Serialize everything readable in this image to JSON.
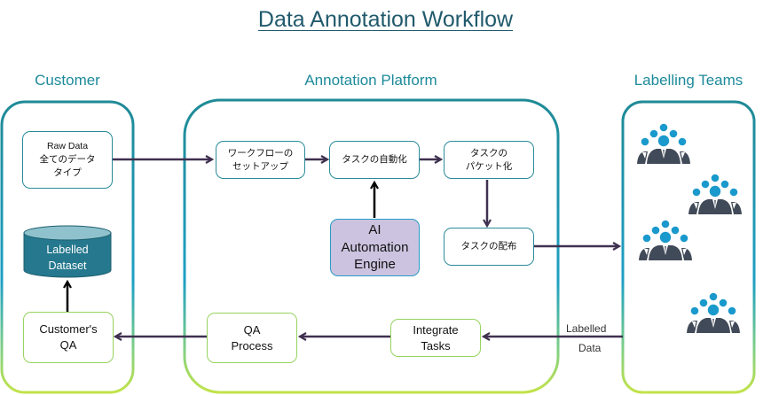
{
  "title": "Data Annotation Workflow",
  "columns": {
    "customer": "Customer",
    "platform": "Annotation Platform",
    "teams": "Labelling Teams"
  },
  "customer": {
    "raw_data": [
      "Raw Data",
      "全てのデータ",
      "タイプ"
    ],
    "dataset": [
      "Labelled",
      "Dataset"
    ],
    "customer_qa": [
      "Customer's",
      "QA"
    ]
  },
  "platform": {
    "workflow_setup": [
      "ワークフローの",
      "セットアップ"
    ],
    "task_automation": "タスクの自動化",
    "task_packeting": [
      "タスクの",
      "パケット化"
    ],
    "task_distribution": "タスクの配布",
    "ai_engine": [
      "AI",
      "Automation",
      "Engine"
    ],
    "integrate_tasks": [
      "Integrate",
      "Tasks"
    ],
    "qa_process": [
      "QA",
      "Process"
    ]
  },
  "flow_label": [
    "Labelled",
    "Data"
  ],
  "teams": {
    "count": 4,
    "icon": "people-group-icon"
  },
  "colors": {
    "title": "#215a6c",
    "column_label": "#1d8a9a",
    "container_top": "#1f8a96",
    "container_bottom": "#b9e04a",
    "arrow": "#3f3050",
    "ai_fill": "#cbc3df",
    "cylinder": "#25788d",
    "team_heads": "#1a99cc",
    "team_bodies": "#414a58"
  }
}
